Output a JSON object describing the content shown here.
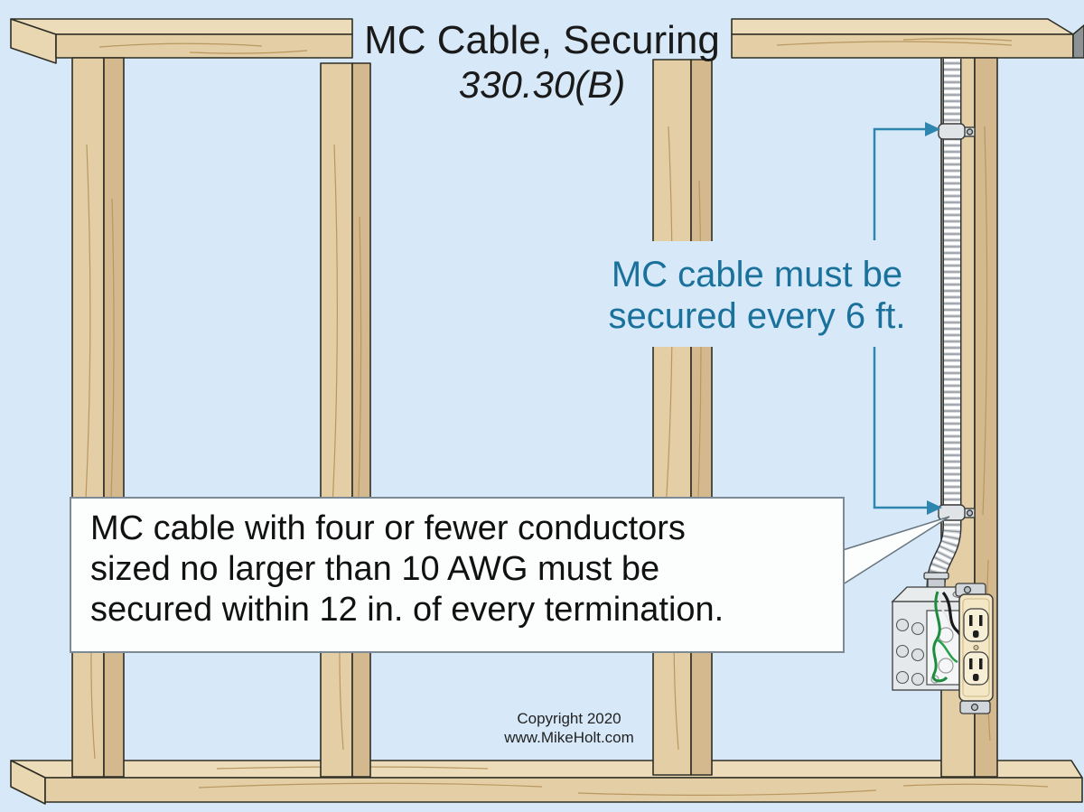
{
  "title": {
    "line1": "MC Cable, Securing",
    "line2": "330.30(B)"
  },
  "annotation_6ft": {
    "line1": "MC cable must be",
    "line2": "secured every 6 ft."
  },
  "callout": {
    "line1": "MC cable with four or fewer conductors",
    "line2": "sized no larger than 10 AWG must be",
    "line3": "secured within 12 in. of every termination."
  },
  "copyright": {
    "line1": "Copyright 2020",
    "line2": "www.MikeHolt.com"
  },
  "colors": {
    "background": "#d7e9f8",
    "wood_front": "#e3cea5",
    "wood_top": "#ecdcba",
    "wood_side": "#d3b98d",
    "wood_outline": "#2e2e25",
    "teal_text": "#19719c",
    "arrow_blue": "#2e85ae",
    "callout_bg": "#fcfdfd",
    "callout_border": "#7c8a96",
    "cable_metal": "#d6dadd",
    "receptacle_ivory": "#f3e7c6",
    "ground_wire_green": "#1e8c3e"
  },
  "figure": {
    "description": "Wood stud wall frame with MC cable run down the right stud, secured by two cable straps, terminating in a metal box with duplex receptacle"
  }
}
